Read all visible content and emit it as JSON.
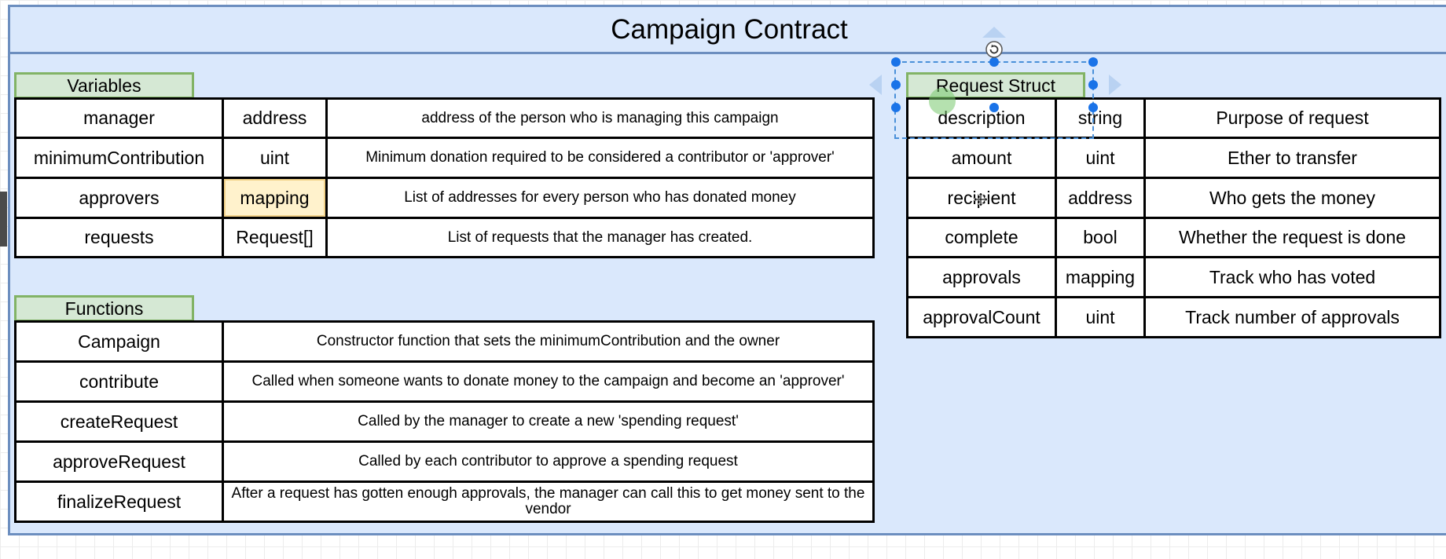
{
  "diagram": {
    "title": "Campaign Contract",
    "variables": {
      "label": "Variables",
      "rows": [
        {
          "name": "manager",
          "type": "address",
          "description": "address of the person who is managing this campaign"
        },
        {
          "name": "minimumContribution",
          "type": "uint",
          "description": "Minimum donation required to be considered a contributor or 'approver'"
        },
        {
          "name": "approvers",
          "type": "mapping",
          "description": "List of addresses for every person who has donated money"
        },
        {
          "name": "requests",
          "type": "Request[]",
          "description": "List of requests that the manager has created."
        }
      ]
    },
    "functions": {
      "label": "Functions",
      "rows": [
        {
          "name": "Campaign",
          "description": "Constructor function that sets the minimumContribution and the owner"
        },
        {
          "name": "contribute",
          "description": "Called when someone wants to donate money to the campaign and become an 'approver'"
        },
        {
          "name": "createRequest",
          "description": "Called by the manager to create a new 'spending request'"
        },
        {
          "name": "approveRequest",
          "description": "Called by each contributor to approve a spending request"
        },
        {
          "name": "finalizeRequest",
          "description": "After a request has gotten enough approvals, the manager can call this to get money sent to the vendor"
        }
      ]
    },
    "request_struct": {
      "label": "Request Struct",
      "rows": [
        {
          "name": "description",
          "type": "string",
          "description": "Purpose of request"
        },
        {
          "name": "amount",
          "type": "uint",
          "description": "Ether to transfer"
        },
        {
          "name": "recipient",
          "type": "address",
          "description": "Who gets the money"
        },
        {
          "name": "complete",
          "type": "bool",
          "description": "Whether the request is done"
        },
        {
          "name": "approvals",
          "type": "mapping",
          "description": "Track who has voted"
        },
        {
          "name": "approvalCount",
          "type": "uint",
          "description": "Track number of approvals"
        }
      ]
    }
  },
  "colors": {
    "container_fill": "#dae8fc",
    "container_stroke": "#6c8ebf",
    "tab_fill": "#d5e8d4",
    "tab_stroke": "#82b366",
    "highlight_fill": "#fff2cc",
    "selection": "#1a73e8"
  },
  "icons": {
    "rotate": "rotate-icon",
    "move": "move-cursor-icon",
    "handle": "resize-handle"
  }
}
